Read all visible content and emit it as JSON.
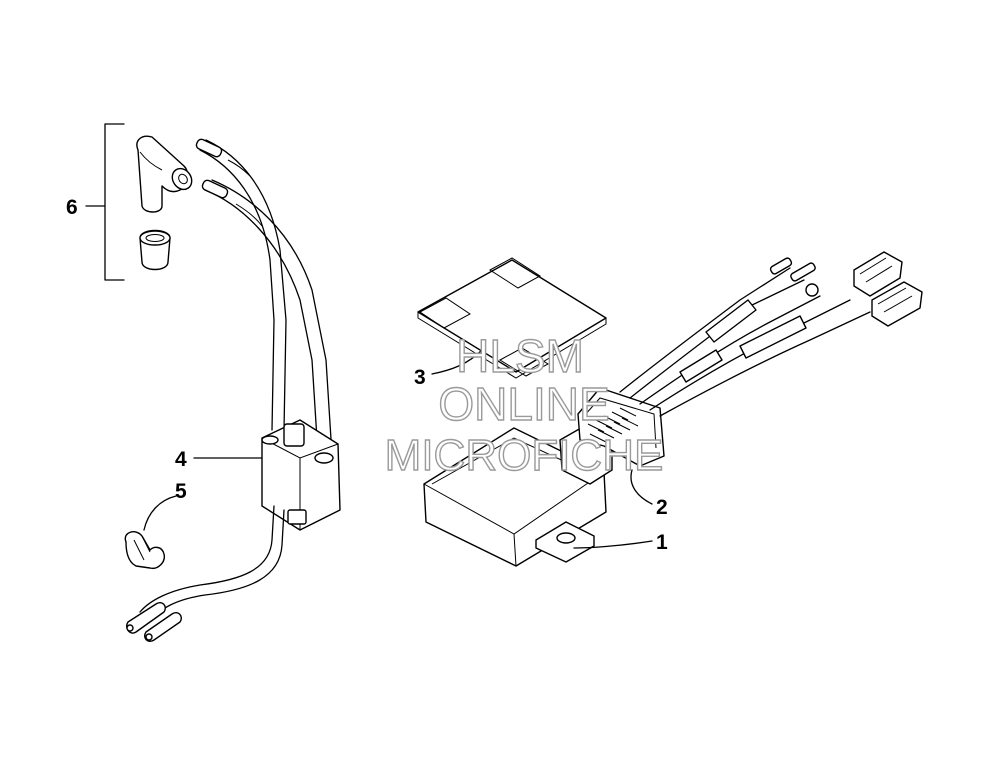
{
  "callouts": [
    {
      "id": "1",
      "label": "1"
    },
    {
      "id": "2",
      "label": "2"
    },
    {
      "id": "3",
      "label": "3"
    },
    {
      "id": "4",
      "label": "4"
    },
    {
      "id": "5",
      "label": "5"
    },
    {
      "id": "6",
      "label": "6"
    }
  ],
  "watermark": {
    "line1": "HLSM",
    "line2": "ONLINE",
    "line3": "MICROFICHE"
  }
}
